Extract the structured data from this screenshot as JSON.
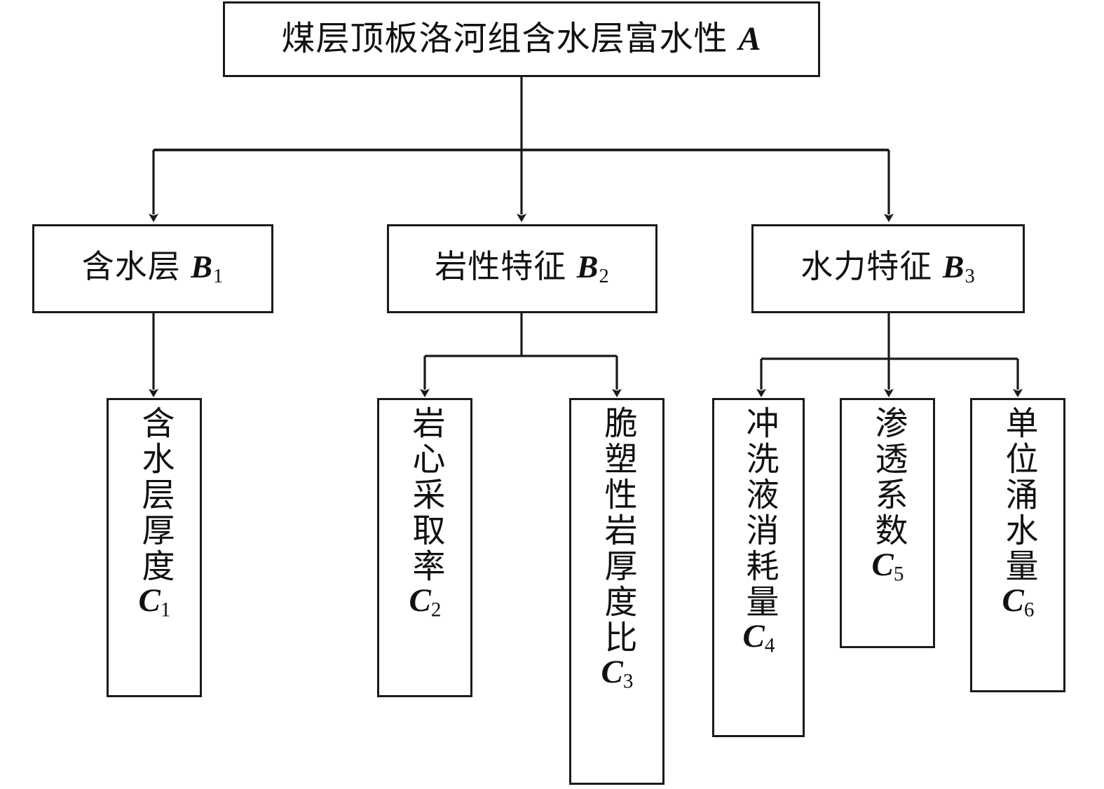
{
  "diagram": {
    "title_text": "煤层顶板洛河组含水层富水性 A",
    "type": "hierarchy-tree",
    "orientation": "top-down",
    "levels": 3,
    "line_color": "#1a1a1a",
    "background_color": "#ffffff",
    "text_color": "#111111"
  },
  "goal": {
    "label_cn": "煤层顶板洛河组含水层富水性",
    "code": "A"
  },
  "criteria": [
    {
      "label_cn": "含水层",
      "code": "B",
      "index": "1"
    },
    {
      "label_cn": "岩性特征",
      "code": "B",
      "index": "2"
    },
    {
      "label_cn": "水力特征",
      "code": "B",
      "index": "3"
    }
  ],
  "sub_criteria": [
    {
      "label_cn": "含水层厚度",
      "code": "C",
      "index": "1",
      "parent": "B1"
    },
    {
      "label_cn": "岩心采取率",
      "code": "C",
      "index": "2",
      "parent": "B2"
    },
    {
      "label_cn": "脆塑性岩厚度比",
      "code": "C",
      "index": "3",
      "parent": "B2"
    },
    {
      "label_cn": "冲洗液消耗量",
      "code": "C",
      "index": "4",
      "parent": "B3"
    },
    {
      "label_cn": "渗透系数",
      "code": "C",
      "index": "5",
      "parent": "B3"
    },
    {
      "label_cn": "单位涌水量",
      "code": "C",
      "index": "6",
      "parent": "B3"
    }
  ]
}
